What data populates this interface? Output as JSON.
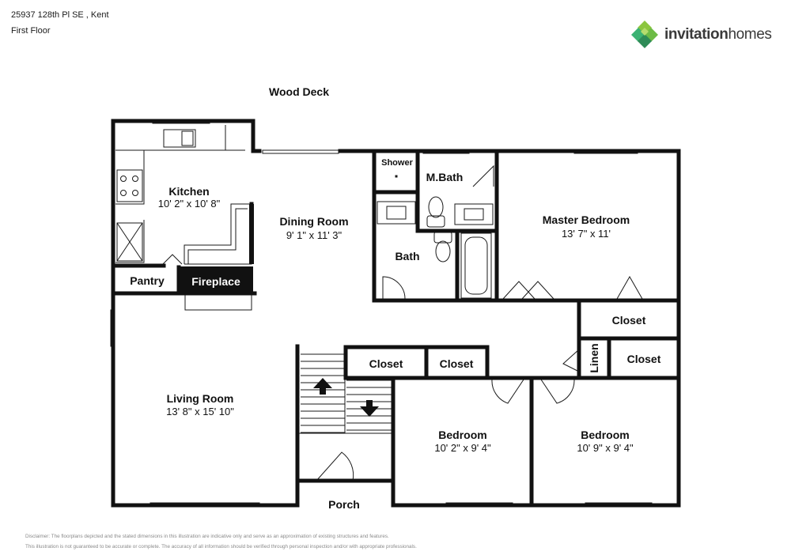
{
  "header": {
    "address": "25937 128th Pl SE , Kent",
    "floor": "First Floor"
  },
  "brand": {
    "name_bold": "invitation",
    "name_regular": "homes",
    "accent_colors": [
      "#8cc63f",
      "#3bb273",
      "#2e8b57"
    ],
    "logo_icon": "diamond-cluster-icon"
  },
  "plan": {
    "outside": {
      "deck": "Wood Deck",
      "porch": "Porch"
    },
    "rooms": {
      "kitchen": {
        "name": "Kitchen",
        "dims": "10' 2\" x 10' 8\""
      },
      "dining": {
        "name": "Dining Room",
        "dims": "9' 1\" x 11' 3\""
      },
      "shower": {
        "name": "Shower"
      },
      "mbath": {
        "name": "M.Bath"
      },
      "master": {
        "name": "Master Bedroom",
        "dims": "13' 7\" x 11'"
      },
      "bath": {
        "name": "Bath"
      },
      "pantry": {
        "name": "Pantry"
      },
      "fireplace": {
        "name": "Fireplace"
      },
      "living": {
        "name": "Living Room",
        "dims": "13' 8\" x 15' 10\""
      },
      "closet1": {
        "name": "Closet"
      },
      "closet2": {
        "name": "Closet"
      },
      "closet3": {
        "name": "Closet"
      },
      "closet4": {
        "name": "Closet"
      },
      "linen": {
        "name": "Linen"
      },
      "bed1": {
        "name": "Bedroom",
        "dims": "10' 2\" x 9' 4\""
      },
      "bed2": {
        "name": "Bedroom",
        "dims": "10' 9\" x 9' 4\""
      }
    }
  },
  "disclaimer": {
    "line1": "Disclaimer: The floorplans depicted and the stated dimensions in this illustration are indicative only and serve as an approximation of existing structures and features.",
    "line2": "This illustration is not guaranteed to be accurate or complete. The accuracy of all information should be verified through personal inspection and/or with appropriate professionals."
  }
}
